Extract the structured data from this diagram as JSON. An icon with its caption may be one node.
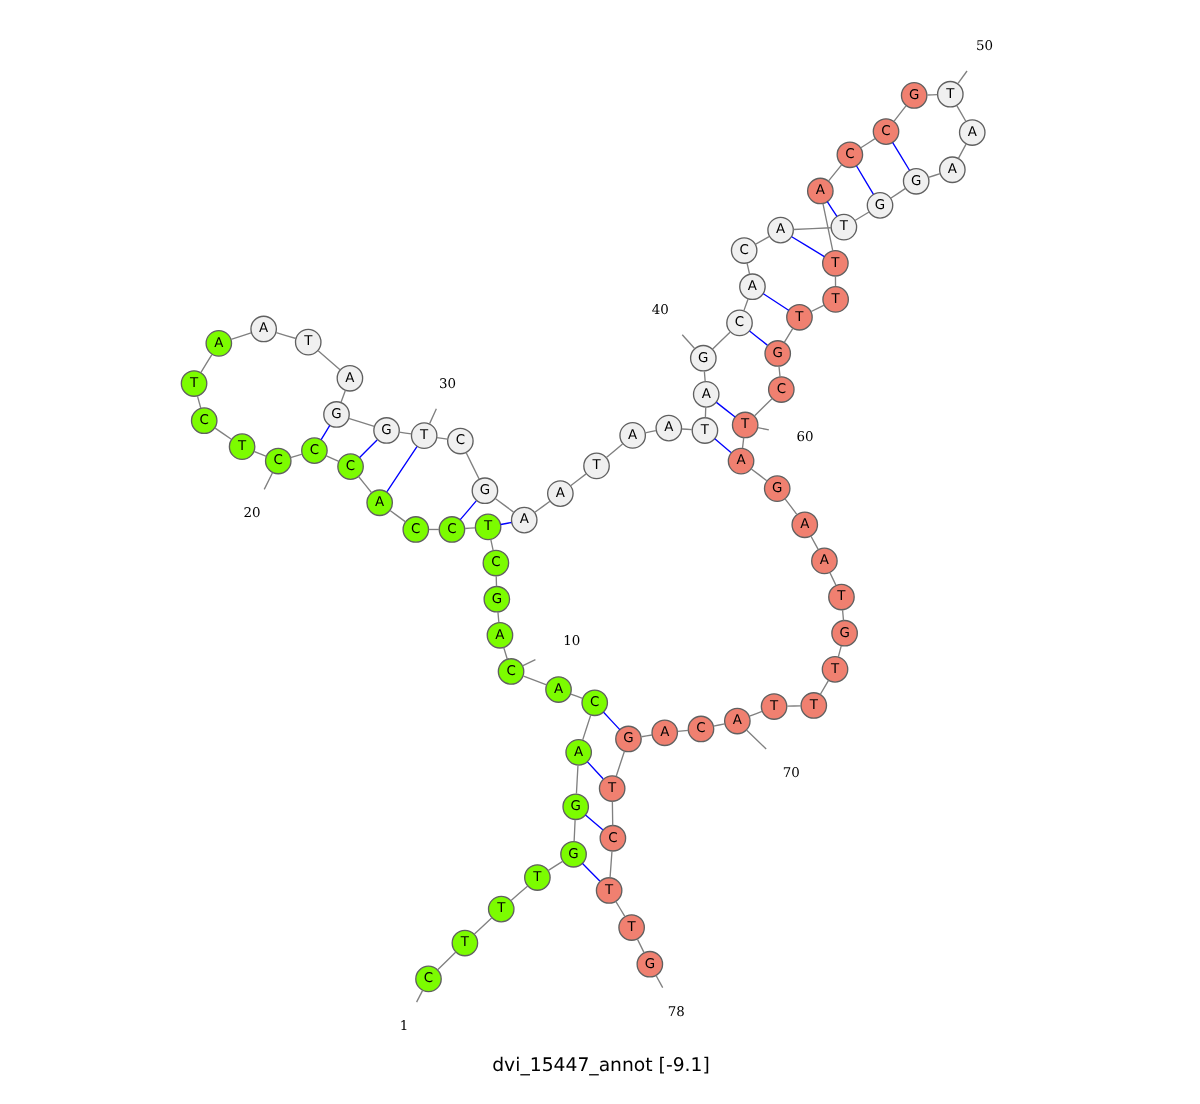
{
  "diagram": {
    "title": "dvi_15447_annot [-9.1]",
    "nodes": [
      {
        "text": [
          "C"
        ]
      },
      {
        "text": [
          "T"
        ]
      },
      {
        "text": [
          "T"
        ]
      },
      {
        "text": [
          "T"
        ]
      },
      {
        "text": [
          "G"
        ]
      },
      {
        "text": [
          "G"
        ]
      },
      {
        "text": [
          "A"
        ]
      },
      {
        "text": [
          "C"
        ]
      },
      {
        "text": [
          "A"
        ]
      },
      {
        "text": [
          "C"
        ]
      },
      {
        "text": [
          "A"
        ]
      },
      {
        "text": [
          "G"
        ]
      },
      {
        "text": [
          "C"
        ]
      },
      {
        "text": [
          "T"
        ]
      },
      {
        "text": [
          "C"
        ]
      },
      {
        "text": [
          "C"
        ]
      },
      {
        "text": [
          "A"
        ]
      },
      {
        "text": [
          "C"
        ]
      },
      {
        "text": [
          "C"
        ]
      },
      {
        "text": [
          "C"
        ]
      },
      {
        "text": [
          "T"
        ]
      },
      {
        "text": [
          "C"
        ]
      },
      {
        "text": [
          "T"
        ]
      },
      {
        "text": [
          "A"
        ]
      },
      {
        "text": [
          "A"
        ]
      },
      {
        "text": [
          "T"
        ]
      },
      {
        "text": [
          "A"
        ]
      },
      {
        "text": [
          "G"
        ]
      },
      {
        "text": [
          "G"
        ]
      },
      {
        "text": [
          "T"
        ]
      },
      {
        "text": [
          "C"
        ]
      },
      {
        "text": [
          "G"
        ]
      },
      {
        "text": [
          "A"
        ]
      },
      {
        "text": [
          "A"
        ]
      },
      {
        "text": [
          "T"
        ]
      },
      {
        "text": [
          "A"
        ]
      },
      {
        "text": [
          "A"
        ]
      },
      {
        "text": [
          "T"
        ]
      },
      {
        "text": [
          "A"
        ]
      },
      {
        "text": [
          "G"
        ]
      },
      {
        "text": [
          "C"
        ]
      },
      {
        "text": [
          "A"
        ]
      },
      {
        "text": [
          "C"
        ]
      },
      {
        "text": [
          "A"
        ]
      },
      {
        "text": [
          "T"
        ]
      },
      {
        "text": [
          "G"
        ]
      },
      {
        "text": [
          "G"
        ]
      },
      {
        "text": [
          "A"
        ]
      },
      {
        "text": [
          "A"
        ]
      },
      {
        "text": [
          "T"
        ]
      },
      {
        "text": [
          "G"
        ]
      },
      {
        "text": [
          "C"
        ]
      },
      {
        "text": [
          "C"
        ]
      },
      {
        "text": [
          "A"
        ]
      },
      {
        "text": [
          "T"
        ]
      },
      {
        "text": [
          "T"
        ]
      },
      {
        "text": [
          "T"
        ]
      },
      {
        "text": [
          "G"
        ]
      },
      {
        "text": [
          "C"
        ]
      },
      {
        "text": [
          "T"
        ]
      },
      {
        "text": [
          "A"
        ]
      },
      {
        "text": [
          "G"
        ]
      },
      {
        "text": [
          "A"
        ]
      },
      {
        "text": [
          "A"
        ]
      },
      {
        "text": [
          "T"
        ]
      },
      {
        "text": [
          "G"
        ]
      },
      {
        "text": [
          "T"
        ]
      },
      {
        "text": [
          "T"
        ]
      },
      {
        "text": [
          "T"
        ]
      },
      {
        "text": [
          "A"
        ]
      },
      {
        "text": [
          "C"
        ]
      },
      {
        "text": [
          "A"
        ]
      },
      {
        "text": [
          "G"
        ]
      },
      {
        "text": [
          "T"
        ]
      },
      {
        "text": [
          "C"
        ]
      },
      {
        "text": [
          "T"
        ]
      },
      {
        "text": [
          "T"
        ]
      },
      {
        "text": [
          "G"
        ]
      },
      {
        "text": [
          "1"
        ]
      },
      {
        "text": [
          "10"
        ]
      },
      {
        "text": [
          "20"
        ]
      },
      {
        "text": [
          "30"
        ]
      },
      {
        "text": [
          "40"
        ]
      },
      {
        "text": [
          "50"
        ]
      },
      {
        "text": [
          "60"
        ]
      },
      {
        "text": [
          "70"
        ]
      },
      {
        "text": [
          "78"
        ]
      }
    ],
    "edges": [
      {
        "from": 0,
        "to": 1,
        "arrow": "none"
      },
      {
        "from": 1,
        "to": 2,
        "arrow": "none"
      },
      {
        "from": 2,
        "to": 3,
        "arrow": "none"
      },
      {
        "from": 3,
        "to": 4,
        "arrow": "none"
      },
      {
        "from": 4,
        "to": 5,
        "arrow": "none"
      },
      {
        "from": 5,
        "to": 6,
        "arrow": "none"
      },
      {
        "from": 6,
        "to": 7,
        "arrow": "none"
      },
      {
        "from": 7,
        "to": 8,
        "arrow": "none"
      },
      {
        "from": 8,
        "to": 9,
        "arrow": "none"
      },
      {
        "from": 9,
        "to": 10,
        "arrow": "none"
      },
      {
        "from": 10,
        "to": 11,
        "arrow": "none"
      },
      {
        "from": 11,
        "to": 12,
        "arrow": "none"
      },
      {
        "from": 12,
        "to": 13,
        "arrow": "none"
      },
      {
        "from": 13,
        "to": 14,
        "arrow": "none"
      },
      {
        "from": 14,
        "to": 15,
        "arrow": "none"
      },
      {
        "from": 15,
        "to": 16,
        "arrow": "none"
      },
      {
        "from": 16,
        "to": 17,
        "arrow": "none"
      },
      {
        "from": 17,
        "to": 18,
        "arrow": "none"
      },
      {
        "from": 18,
        "to": 19,
        "arrow": "none"
      },
      {
        "from": 19,
        "to": 20,
        "arrow": "none"
      },
      {
        "from": 20,
        "to": 21,
        "arrow": "none"
      },
      {
        "from": 21,
        "to": 22,
        "arrow": "none"
      },
      {
        "from": 22,
        "to": 23,
        "arrow": "none"
      },
      {
        "from": 23,
        "to": 24,
        "arrow": "none"
      },
      {
        "from": 24,
        "to": 25,
        "arrow": "none"
      },
      {
        "from": 25,
        "to": 26,
        "arrow": "none"
      },
      {
        "from": 26,
        "to": 27,
        "arrow": "none"
      },
      {
        "from": 27,
        "to": 28,
        "arrow": "none"
      },
      {
        "from": 28,
        "to": 29,
        "arrow": "none"
      },
      {
        "from": 29,
        "to": 30,
        "arrow": "none"
      },
      {
        "from": 30,
        "to": 31,
        "arrow": "none"
      },
      {
        "from": 31,
        "to": 32,
        "arrow": "none"
      },
      {
        "from": 32,
        "to": 33,
        "arrow": "none"
      },
      {
        "from": 33,
        "to": 34,
        "arrow": "none"
      },
      {
        "from": 34,
        "to": 35,
        "arrow": "none"
      },
      {
        "from": 35,
        "to": 36,
        "arrow": "none"
      },
      {
        "from": 36,
        "to": 37,
        "arrow": "none"
      },
      {
        "from": 37,
        "to": 38,
        "arrow": "none"
      },
      {
        "from": 38,
        "to": 39,
        "arrow": "none"
      },
      {
        "from": 39,
        "to": 40,
        "arrow": "none"
      },
      {
        "from": 40,
        "to": 41,
        "arrow": "none"
      },
      {
        "from": 41,
        "to": 42,
        "arrow": "none"
      },
      {
        "from": 42,
        "to": 43,
        "arrow": "none"
      },
      {
        "from": 43,
        "to": 44,
        "arrow": "none"
      },
      {
        "from": 44,
        "to": 45,
        "arrow": "none"
      },
      {
        "from": 45,
        "to": 46,
        "arrow": "none"
      },
      {
        "from": 46,
        "to": 47,
        "arrow": "none"
      },
      {
        "from": 47,
        "to": 48,
        "arrow": "none"
      },
      {
        "from": 48,
        "to": 49,
        "arrow": "none"
      },
      {
        "from": 49,
        "to": 50,
        "arrow": "none"
      },
      {
        "from": 50,
        "to": 51,
        "arrow": "none"
      },
      {
        "from": 51,
        "to": 52,
        "arrow": "none"
      },
      {
        "from": 52,
        "to": 53,
        "arrow": "none"
      },
      {
        "from": 53,
        "to": 54,
        "arrow": "none"
      },
      {
        "from": 54,
        "to": 55,
        "arrow": "none"
      },
      {
        "from": 55,
        "to": 56,
        "arrow": "none"
      },
      {
        "from": 56,
        "to": 57,
        "arrow": "none"
      },
      {
        "from": 57,
        "to": 58,
        "arrow": "none"
      },
      {
        "from": 58,
        "to": 59,
        "arrow": "none"
      },
      {
        "from": 59,
        "to": 60,
        "arrow": "none"
      },
      {
        "from": 60,
        "to": 61,
        "arrow": "none"
      },
      {
        "from": 61,
        "to": 62,
        "arrow": "none"
      },
      {
        "from": 62,
        "to": 63,
        "arrow": "none"
      },
      {
        "from": 63,
        "to": 64,
        "arrow": "none"
      },
      {
        "from": 64,
        "to": 65,
        "arrow": "none"
      },
      {
        "from": 65,
        "to": 66,
        "arrow": "none"
      },
      {
        "from": 66,
        "to": 67,
        "arrow": "none"
      },
      {
        "from": 67,
        "to": 68,
        "arrow": "none"
      },
      {
        "from": 68,
        "to": 69,
        "arrow": "none"
      },
      {
        "from": 69,
        "to": 70,
        "arrow": "none"
      },
      {
        "from": 70,
        "to": 71,
        "arrow": "none"
      },
      {
        "from": 71,
        "to": 72,
        "arrow": "none"
      },
      {
        "from": 72,
        "to": 73,
        "arrow": "none"
      },
      {
        "from": 73,
        "to": 74,
        "arrow": "none"
      },
      {
        "from": 74,
        "to": 75,
        "arrow": "none"
      },
      {
        "from": 75,
        "to": 76,
        "arrow": "none"
      },
      {
        "from": 76,
        "to": 77,
        "arrow": "none"
      },
      {
        "from": 4,
        "to": 75,
        "arrow": "none",
        "color": "#0000ff"
      },
      {
        "from": 5,
        "to": 74,
        "arrow": "none",
        "color": "#0000ff"
      },
      {
        "from": 6,
        "to": 73,
        "arrow": "none",
        "color": "#0000ff"
      },
      {
        "from": 7,
        "to": 72,
        "arrow": "none",
        "color": "#0000ff"
      },
      {
        "from": 13,
        "to": 32,
        "arrow": "none",
        "color": "#0000ff"
      },
      {
        "from": 14,
        "to": 31,
        "arrow": "none",
        "color": "#0000ff"
      },
      {
        "from": 16,
        "to": 29,
        "arrow": "none",
        "color": "#0000ff"
      },
      {
        "from": 17,
        "to": 28,
        "arrow": "none",
        "color": "#0000ff"
      },
      {
        "from": 18,
        "to": 27,
        "arrow": "none",
        "color": "#0000ff"
      },
      {
        "from": 37,
        "to": 60,
        "arrow": "none",
        "color": "#0000ff"
      },
      {
        "from": 38,
        "to": 59,
        "arrow": "none",
        "color": "#0000ff"
      },
      {
        "from": 40,
        "to": 57,
        "arrow": "none",
        "color": "#0000ff"
      },
      {
        "from": 41,
        "to": 56,
        "arrow": "none",
        "color": "#0000ff"
      },
      {
        "from": 43,
        "to": 54,
        "arrow": "none",
        "color": "#0000ff"
      },
      {
        "from": 44,
        "to": 53,
        "arrow": "none",
        "color": "#0000ff"
      },
      {
        "from": 45,
        "to": 52,
        "arrow": "none",
        "color": "#0000ff"
      },
      {
        "from": 46,
        "to": 51,
        "arrow": "none",
        "color": "#0000ff"
      },
      {
        "from": 78,
        "to": 0,
        "arrow": "none"
      },
      {
        "from": 79,
        "to": 9,
        "arrow": "none"
      },
      {
        "from": 80,
        "to": 19,
        "arrow": "none"
      },
      {
        "from": 81,
        "to": 29,
        "arrow": "none"
      },
      {
        "from": 82,
        "to": 39,
        "arrow": "none"
      },
      {
        "from": 83,
        "to": 49,
        "arrow": "none"
      },
      {
        "from": 84,
        "to": 59,
        "arrow": "none"
      },
      {
        "from": 85,
        "to": 69,
        "arrow": "none"
      },
      {
        "from": 86,
        "to": 77,
        "arrow": "none"
      }
    ]
  }
}
